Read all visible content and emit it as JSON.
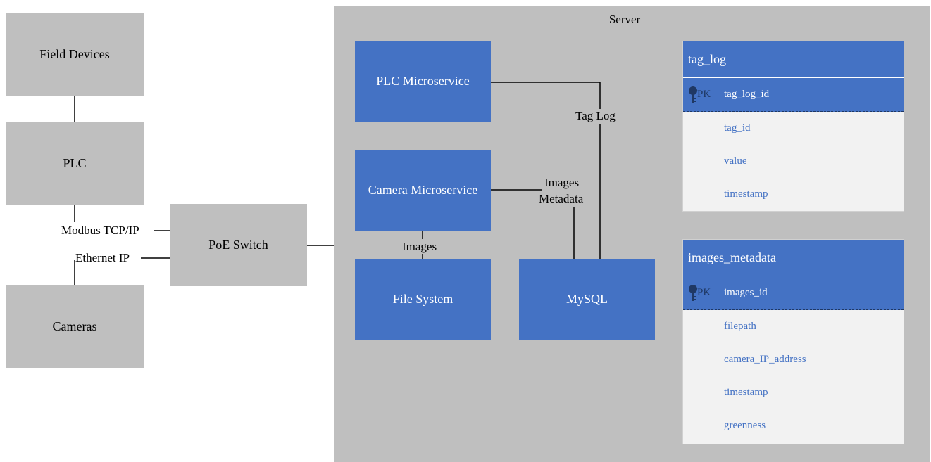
{
  "nodes": {
    "field_devices": "Field Devices",
    "plc": "PLC",
    "cameras": "Cameras",
    "poe_switch": "PoE Switch",
    "server": "Server",
    "plc_microservice": "PLC Microservice",
    "camera_microservice": "Camera Microservice",
    "file_system": "File System",
    "mysql": "MySQL"
  },
  "edge_labels": {
    "modbus": "Modbus TCP/IP",
    "ethernet_ip": "Ethernet IP",
    "tag_log": "Tag Log",
    "images_metadata_line1": "Images",
    "images_metadata_line2": "Metadata",
    "images": "Images"
  },
  "tables": {
    "tag_log": {
      "name": "tag_log",
      "pk_label": "PK",
      "pk_field": "tag_log_id",
      "fields": [
        "tag_id",
        "value",
        "timestamp"
      ]
    },
    "images_metadata": {
      "name": "images_metadata",
      "pk_label": "PK",
      "pk_field": "images_id",
      "fields": [
        "filepath",
        "camera_IP_address",
        "timestamp",
        "greenness"
      ]
    }
  },
  "colors": {
    "gray_box": "#bfbfbf",
    "blue_box": "#4472c4",
    "table_body": "#f2f2f2",
    "field_text": "#4472c4"
  },
  "icons": {
    "primary_key": "key-icon"
  }
}
